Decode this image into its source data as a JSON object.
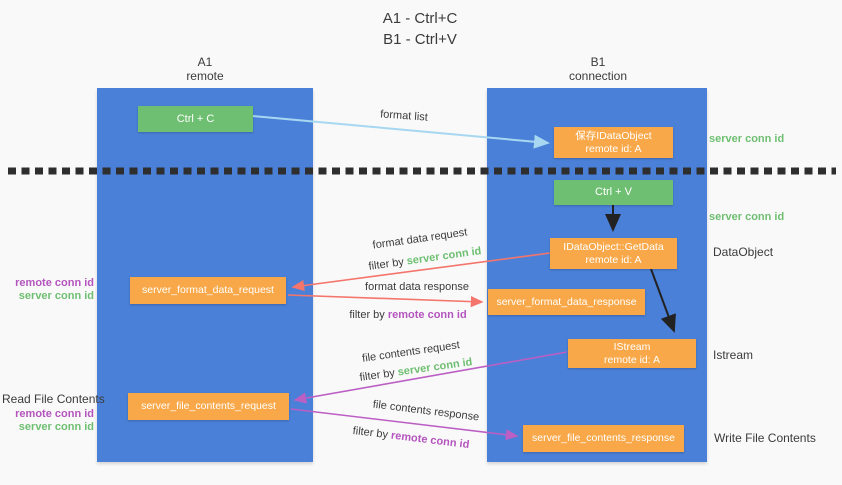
{
  "title": {
    "line1": "A1 - Ctrl+C",
    "line2": "B1 - Ctrl+V"
  },
  "columns": {
    "left": {
      "header_line1": "A1",
      "header_line2": "remote"
    },
    "right": {
      "header_line1": "B1",
      "header_line2": "connection"
    }
  },
  "nodes": {
    "ctrl_c": "Ctrl + C",
    "ctrl_v": "Ctrl + V",
    "save_idataobject": {
      "line1": "保存IDataObject",
      "line2": "remote id: A"
    },
    "getdata": {
      "line1": "IDataObject::GetData",
      "line2": "remote id: A"
    },
    "istream": {
      "line1": "IStream",
      "line2": "remote id: A"
    },
    "format_request": "server_format_data_request",
    "format_response": "server_format_data_response",
    "file_request": "server_file_contents_request",
    "file_response": "server_file_contents_response"
  },
  "arrow_labels": {
    "format_list": "format list",
    "format_data_request": "format data request",
    "format_data_response": "format data response",
    "file_contents_request": "file contents request",
    "file_contents_response": "file contents response",
    "filter_by": "filter by ",
    "server_conn_id": "server conn id",
    "remote_conn_id": "remote conn id"
  },
  "side_labels": {
    "server_conn_id_top": "server conn id",
    "server_conn_id_mid": "server conn id",
    "dataobject": "DataObject",
    "istream": "Istream",
    "write_file_contents": "Write File Contents",
    "read_file_contents": "Read File Contents",
    "remote_conn_id": "remote conn id",
    "server_conn_id": "server conn id"
  },
  "colors": {
    "background": "#f9f9f9",
    "column_blue": "#4a80d8",
    "box_green": "#6fbf72",
    "box_orange": "#f8a848",
    "arrow_light_blue": "#a8d7f2",
    "arrow_red": "#f4756c",
    "arrow_magenta": "#bb5fc4",
    "arrow_black": "#222222",
    "dashed_divider": "#2e2e2e",
    "text_green": "#6fbf72",
    "text_purple": "#b455be",
    "text_dark": "#3b3b3b"
  }
}
